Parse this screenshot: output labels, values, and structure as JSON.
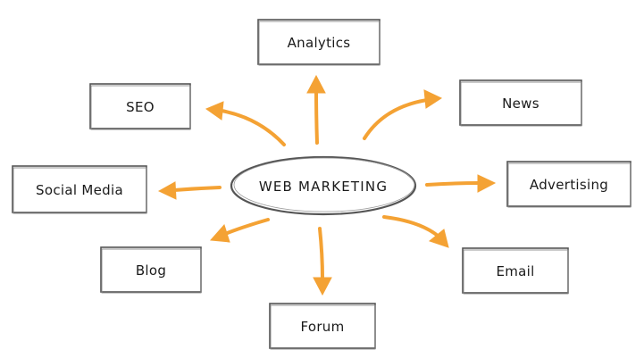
{
  "diagram": {
    "center": {
      "label": "WEB MARKETING"
    },
    "nodes": [
      {
        "id": "analytics",
        "label": "Analytics"
      },
      {
        "id": "news",
        "label": "News"
      },
      {
        "id": "seo",
        "label": "SEO"
      },
      {
        "id": "social-media",
        "label": "Social Media"
      },
      {
        "id": "advertising",
        "label": "Advertising"
      },
      {
        "id": "blog",
        "label": "Blog"
      },
      {
        "id": "email",
        "label": "Email"
      },
      {
        "id": "forum",
        "label": "Forum"
      }
    ],
    "colors": {
      "arrow": "#f4a234",
      "box_stroke": "#555555",
      "text": "#1a1a1a"
    }
  }
}
